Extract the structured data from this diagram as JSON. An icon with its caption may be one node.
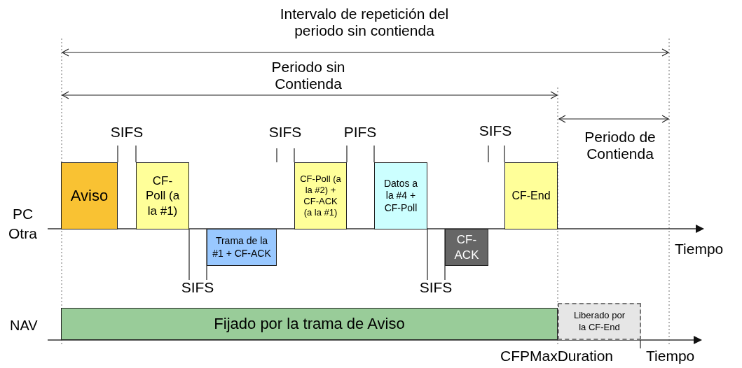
{
  "diagram": {
    "nodes": [
      {
        "text": [
          "Aviso"
        ]
      },
      {
        "text": [
          "CF-Poll (a la #1)"
        ]
      },
      {
        "text": [
          "Trama de la #1 + CF-ACK"
        ]
      },
      {
        "text": [
          "CF-Poll (a la #2) + CF-ACK (a la #1)"
        ]
      },
      {
        "text": [
          "Datos a la #4 + CF-Poll"
        ]
      },
      {
        "text": [
          "CF-ACK"
        ]
      },
      {
        "text": [
          "CF-End"
        ]
      },
      {
        "text": [
          "Fijado por la trama de Aviso"
        ]
      },
      {
        "text": [
          "Liberado por la CF-End"
        ]
      }
    ],
    "labels": [
      "Intervalo de repetición del periodo sin contienda",
      "Periodo sin Contienda",
      "SIFS",
      "SIFS",
      "PIFS",
      "SIFS",
      "Periodo de Contienda",
      "PC",
      "Otra",
      "Tiempo",
      "SIFS",
      "SIFS",
      "NAV",
      "CFPMaxDuration",
      "Tiempo"
    ]
  }
}
